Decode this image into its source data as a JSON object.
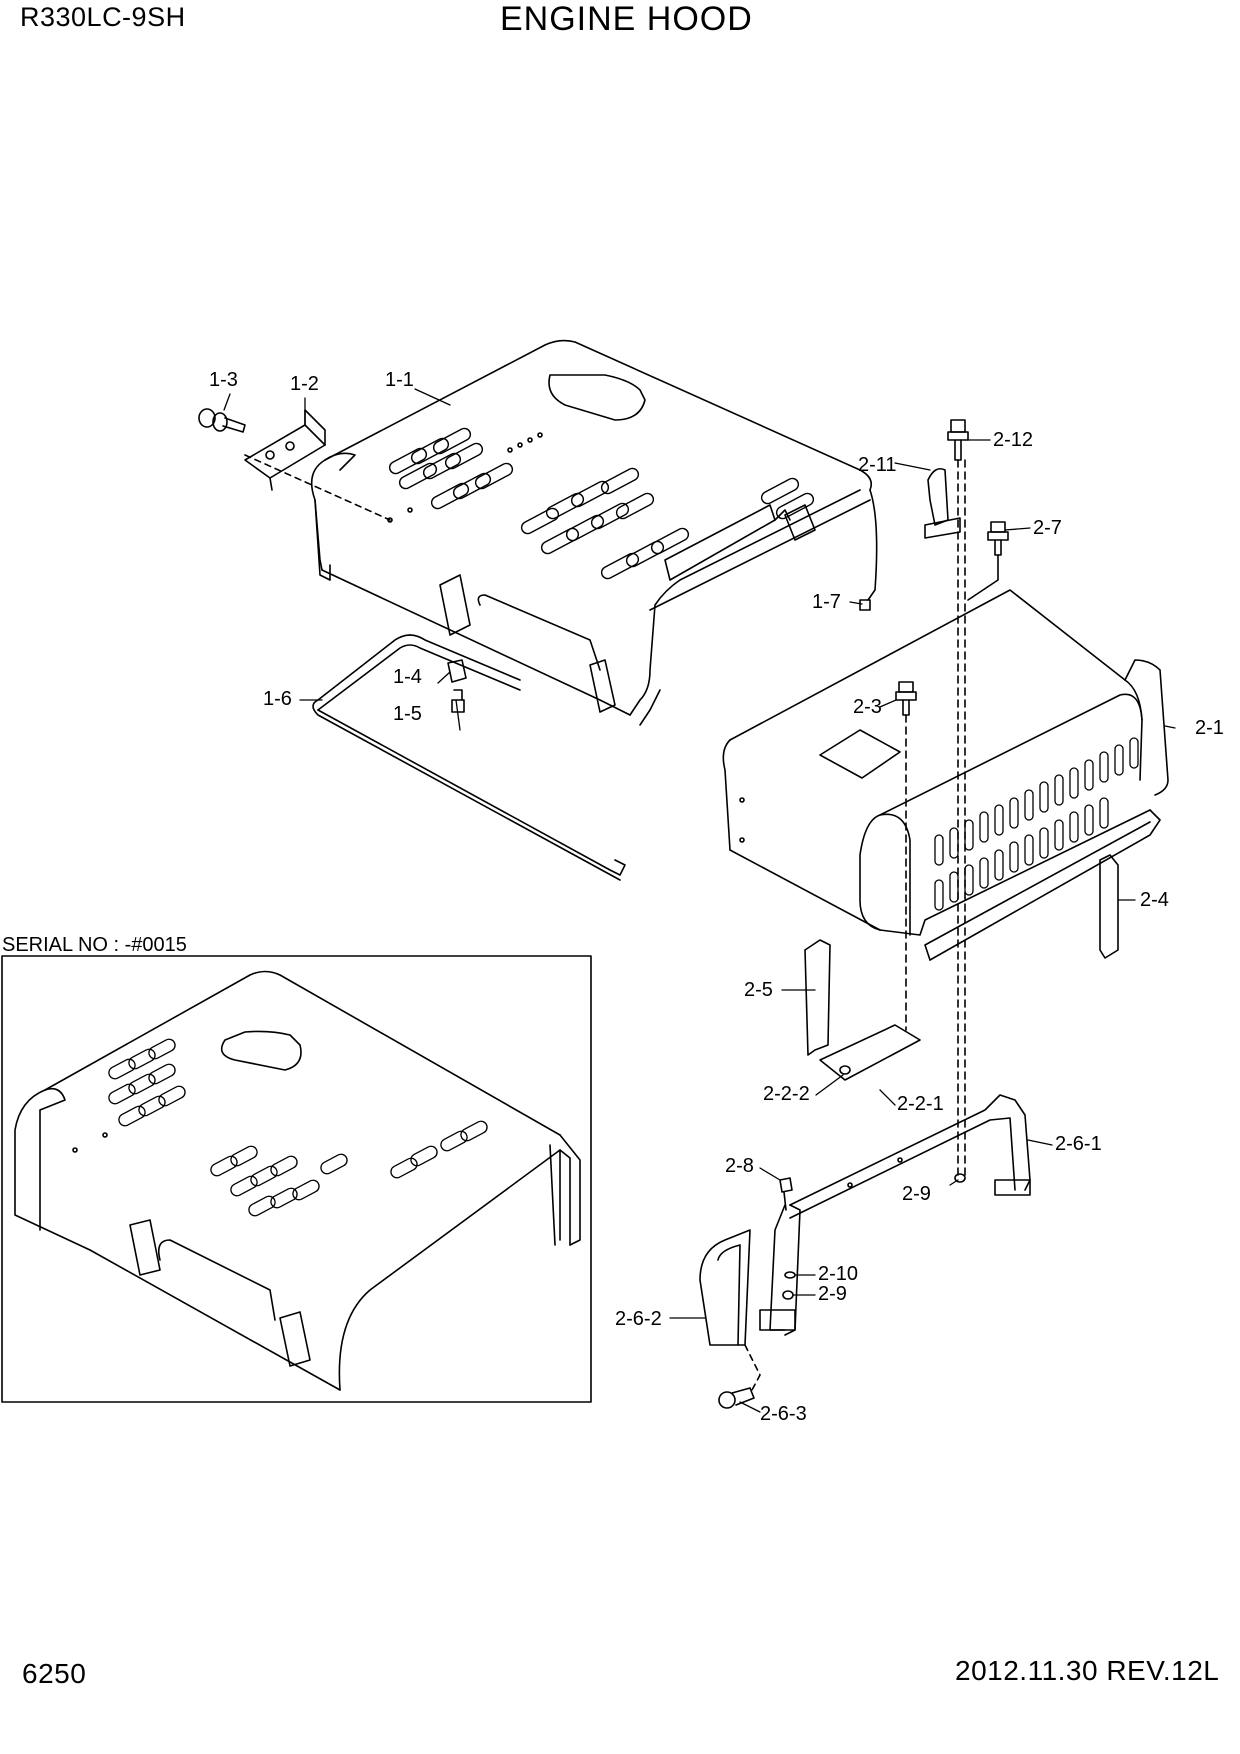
{
  "header": {
    "model": "R330LC-9SH",
    "title": "ENGINE HOOD"
  },
  "footer": {
    "page_number": "6250",
    "revision": "2012.11.30  REV.12L"
  },
  "serial_note": "SERIAL NO : -#0015",
  "callouts": [
    "1-1",
    "1-2",
    "1-3",
    "1-4",
    "1-5",
    "1-6",
    "1-7",
    "2-1",
    "2-2-1",
    "2-2-2",
    "2-3",
    "2-4",
    "2-5",
    "2-6-1",
    "2-6-2",
    "2-6-3",
    "2-7",
    "2-8",
    "2-9",
    "2-9",
    "2-10",
    "2-11",
    "2-12"
  ]
}
